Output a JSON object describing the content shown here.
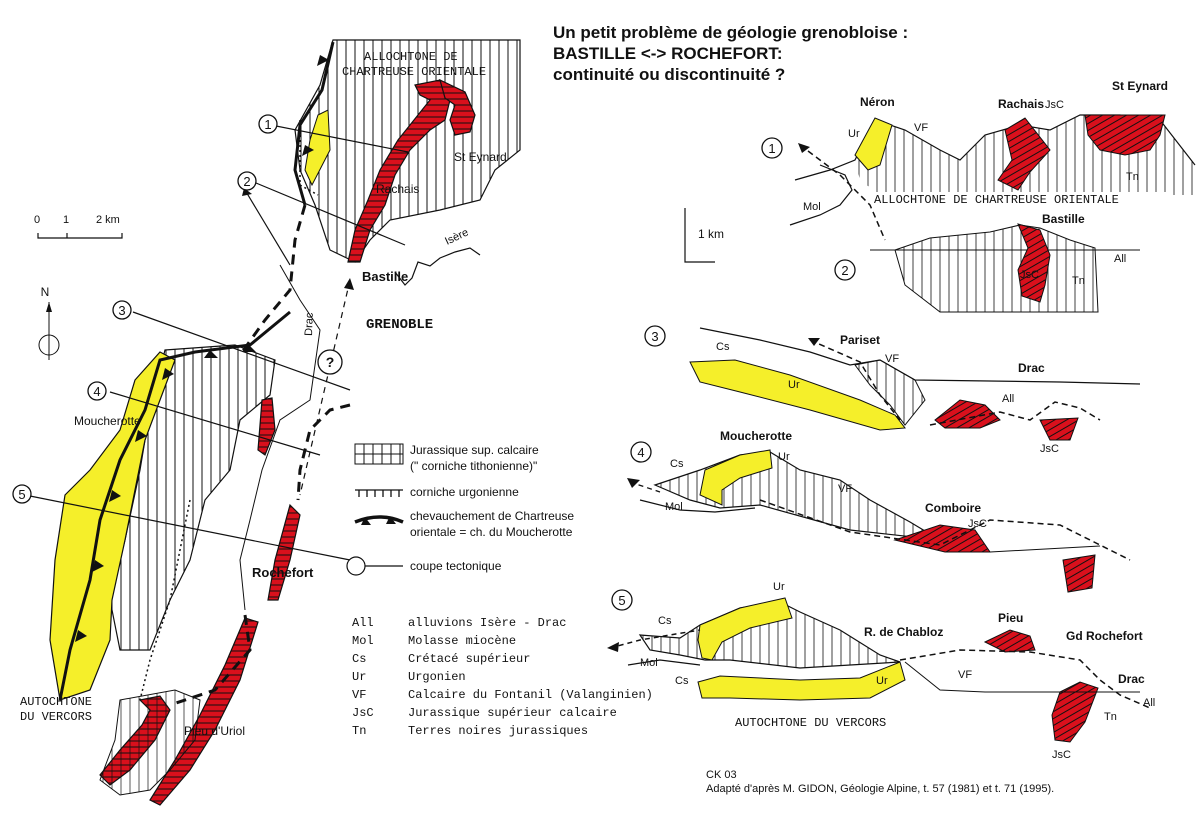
{
  "title": {
    "line1": "Un petit problème de géologie grenobloise :",
    "line2": "BASTILLE <-> ROCHEFORT:",
    "line3": "continuité ou discontinuité ?"
  },
  "colors": {
    "urgonien": "#f5ef2a",
    "jurassique": "#d9101c",
    "line": "#111111",
    "background": "#ffffff"
  },
  "scale_map": {
    "ticks": [
      "0",
      "1",
      "2 km"
    ]
  },
  "north": "N",
  "scale_sections": "1 km",
  "map_labels": {
    "allochtone_1": "ALLOCHTONE DE",
    "allochtone_2": "CHARTREUSE ORIENTALE",
    "st_eynard": "St Eynard",
    "rachais": "Rachais",
    "bastille": "Bastille",
    "isere": "Isère",
    "grenoble": "GRENOBLE",
    "drac": "Drac",
    "question": "?",
    "moucherotte": "Moucherotte",
    "rochefort": "Rochefort",
    "autochtone_1": "AUTOCHTONE",
    "autochtone_2": "DU VERCORS",
    "pieu_uriol": "Pieu d'Uriol"
  },
  "section_numbers": [
    "1",
    "2",
    "3",
    "4",
    "5"
  ],
  "legend": [
    {
      "symbol": "hatch-box",
      "line1": "Jurassique sup. calcaire",
      "line2": "(\" corniche tithonienne)\""
    },
    {
      "symbol": "ticked-line",
      "line1": "corniche urgonienne",
      "line2": ""
    },
    {
      "symbol": "thrust-line",
      "line1": "chevauchement de Chartreuse",
      "line2": "orientale = ch. du Moucherotte"
    },
    {
      "symbol": "section-line",
      "line1": "coupe tectonique",
      "line2": ""
    }
  ],
  "abbreviations": [
    {
      "code": "All",
      "text": "alluvions Isère - Drac"
    },
    {
      "code": "Mol",
      "text": "Molasse miocène"
    },
    {
      "code": "Cs",
      "text": "Crétacé supérieur"
    },
    {
      "code": "Ur",
      "text": "Urgonien"
    },
    {
      "code": "VF",
      "text": "Calcaire du Fontanil (Valanginien)"
    },
    {
      "code": "JsC",
      "text": "Jurassique supérieur calcaire"
    },
    {
      "code": "Tn",
      "text": "Terres noires jurassiques"
    }
  ],
  "sections": {
    "s1": {
      "neron": "Néron",
      "ur": "Ur",
      "vf": "VF",
      "rachais": "Rachais",
      "jsc": "JsC",
      "st_eynard": "St Eynard",
      "mol": "Mol",
      "tn": "Tn",
      "allochtone": "ALLOCHTONE DE CHARTREUSE ORIENTALE"
    },
    "s2": {
      "bastille": "Bastille",
      "jsc": "JsC",
      "tn": "Tn",
      "all": "All"
    },
    "s3": {
      "cs": "Cs",
      "pariset": "Pariset",
      "vf": "VF",
      "ur": "Ur",
      "drac": "Drac",
      "all": "All",
      "jsc": "JsC"
    },
    "s4": {
      "moucherotte": "Moucherotte",
      "cs": "Cs",
      "ur": "Ur",
      "vf": "VF",
      "mol": "Mol",
      "comboire": "Comboire",
      "jsc": "JsC"
    },
    "s5": {
      "ur": "Ur",
      "cs": "Cs",
      "chabloz": "R. de Chabloz",
      "pieu": "Pieu",
      "gd_rochefort": "Gd Rochefort",
      "mol": "Mol",
      "cs2": "Cs",
      "ur2": "Ur",
      "vf": "VF",
      "drac": "Drac",
      "all": "All",
      "tn": "Tn",
      "jsc": "JsC",
      "autochtone": "AUTOCHTONE DU VERCORS"
    }
  },
  "footer": {
    "code": "CK 03",
    "credit": "Adapté d'après M. GIDON, Géologie Alpine, t. 57 (1981) et t. 71 (1995)."
  }
}
